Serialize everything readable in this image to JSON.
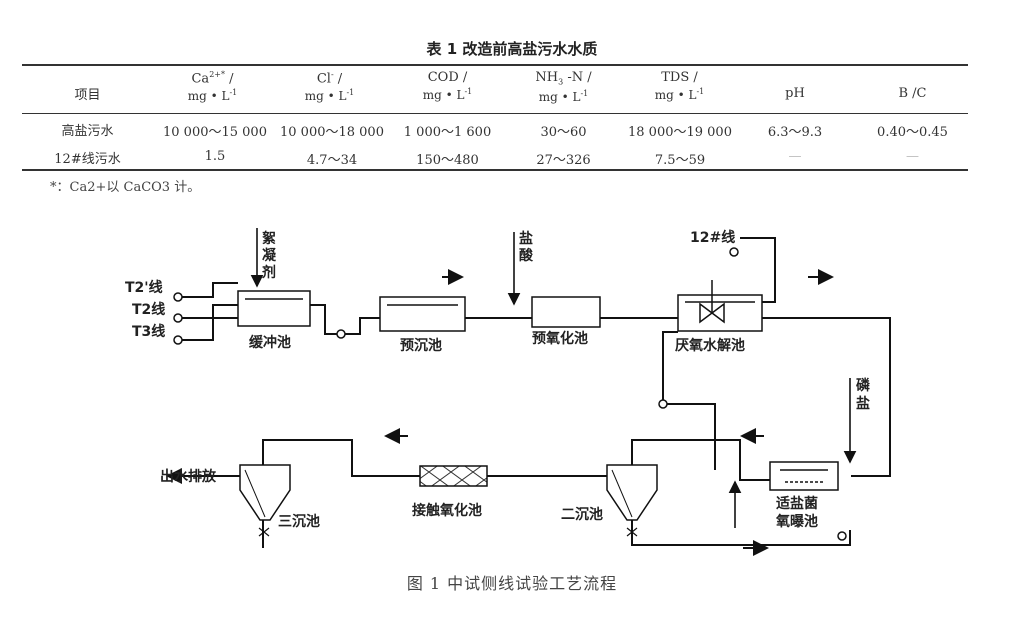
{
  "table": {
    "title": "表 1   改造前高盐污水水质",
    "columns": [
      {
        "top": "项目",
        "bottom": ""
      },
      {
        "top": "Ca",
        "sup": "2+*",
        "slash": " /",
        "bottom": "mg • L",
        "bottom_sup": "-1"
      },
      {
        "top": "Cl",
        "sup": "-",
        "slash": " /",
        "bottom": "mg • L",
        "bottom_sup": "-1"
      },
      {
        "top": "COD /",
        "sup": "",
        "slash": "",
        "bottom": "mg • L",
        "bottom_sup": "-1"
      },
      {
        "top": "NH",
        "sub": "3",
        "slash": " -N /",
        "bottom": "mg • L",
        "bottom_sup": "-1"
      },
      {
        "top": "TDS /",
        "sup": "",
        "slash": "",
        "bottom": "mg • L",
        "bottom_sup": "-1"
      },
      {
        "top": "pH",
        "bottom": ""
      },
      {
        "top": "B /C",
        "bottom": ""
      }
    ],
    "rows": [
      [
        "高盐污水",
        "10 000～15 000",
        "10 000～18 000",
        "1 000～1 600",
        "30～60",
        "18 000～19 000",
        "6.3～9.3",
        "0.40～0.45"
      ],
      [
        "12#线污水",
        "1.5",
        "4.7～34",
        "150～480",
        "27～326",
        "7.5～59",
        "—",
        "—"
      ]
    ],
    "note": "*：Ca2+以 CaCO3 计。"
  },
  "diagram": {
    "inlets": [
      "T2'线",
      "T2线",
      "T3线"
    ],
    "flocculant": "絮凝剂",
    "acid": "盐酸",
    "line12": "12#线",
    "phosphate": "磷盐",
    "units": {
      "buffer": "缓冲池",
      "presettle": "预沉池",
      "preoxidation": "预氧化池",
      "anaerobic": "厌氧水解池",
      "halophilic": "适盐菌氧曝池",
      "secondary": "二沉池",
      "contact": "接触氧化池",
      "tertiary": "三沉池"
    },
    "discharge": "出水排放"
  },
  "caption": "图  1    中试侧线试验工艺流程"
}
